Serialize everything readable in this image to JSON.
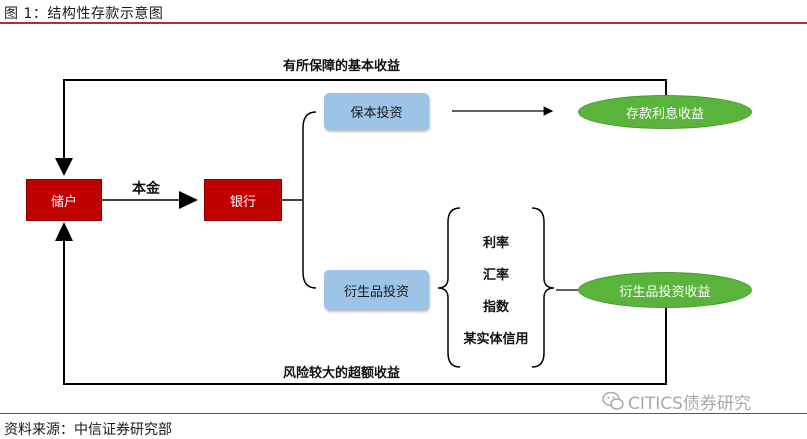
{
  "header": {
    "title": "图 1：结构性存款示意图"
  },
  "footer": {
    "source": "资料来源：中信证券研究部",
    "watermark": "CITICS债券研究"
  },
  "diagram": {
    "depositor": "储户",
    "bank": "银行",
    "principal_label": "本金",
    "guaranteed_investment": "保本投资",
    "derivative_investment": "衍生品投资",
    "deposit_interest_income": "存款利息收益",
    "derivative_income": "衍生品投资收益",
    "top_loop_label": "有所保障的基本收益",
    "bottom_loop_label": "风险较大的超额收益",
    "factors": [
      "利率",
      "汇率",
      "指数",
      "某实体信用"
    ]
  },
  "colors": {
    "red_box": "#c00000",
    "blue_box": "#9dc3e6",
    "green_ellipse": "#5ab43c",
    "rule": "#b0302e"
  }
}
